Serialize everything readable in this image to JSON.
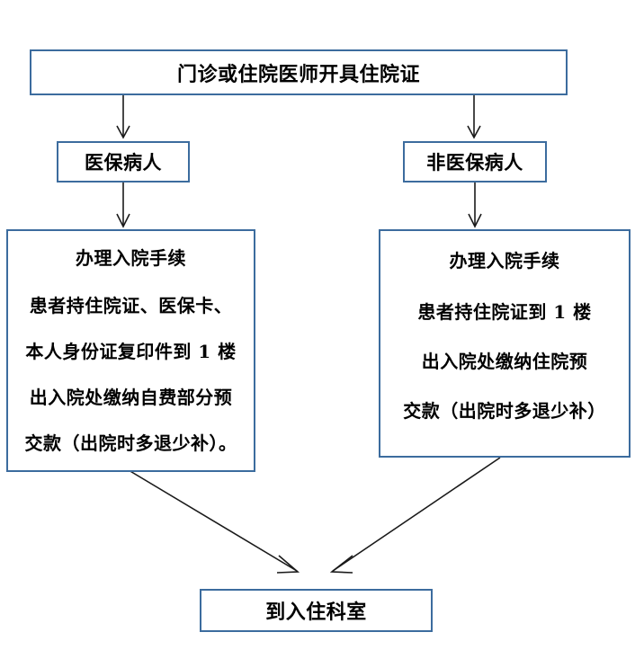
{
  "diagram": {
    "title_text": "门诊或住院医师开具住院证",
    "colors": {
      "box_border": "#3c6c9e",
      "arrow": "#1a1a1a",
      "text": "#000000",
      "background": "#ffffff"
    },
    "nodes": {
      "start": {
        "label": "门诊或住院医师开具住院证"
      },
      "insured": {
        "label": "医保病人"
      },
      "uninsured": {
        "label": "非医保病人"
      },
      "insured_procedure": {
        "lines": [
          "办理入院手续",
          "患者持住院证、医保卡、",
          "本人身份证复印件到 1 楼",
          "出入院处缴纳自费部分预",
          "交款（出院时多退少补）。"
        ]
      },
      "uninsured_procedure": {
        "lines": [
          "办理入院手续",
          "患者持住院证到 1 楼",
          "出入院处缴纳住院预",
          "交款（出院时多退少补）"
        ]
      },
      "end": {
        "label": "到入住科室"
      }
    },
    "connectors": [
      {
        "name": "start-to-insured",
        "from": "start",
        "to": "insured",
        "style": "vertical-arrow"
      },
      {
        "name": "start-to-uninsured",
        "from": "start",
        "to": "uninsured",
        "style": "vertical-arrow"
      },
      {
        "name": "insured-to-insured-procedure",
        "from": "insured",
        "to": "insured_procedure",
        "style": "vertical-arrow"
      },
      {
        "name": "uninsured-to-uninsured-procedure",
        "from": "uninsured",
        "to": "uninsured_procedure",
        "style": "vertical-arrow"
      },
      {
        "name": "insured-procedure-to-end",
        "from": "insured_procedure",
        "to": "end",
        "style": "diagonal-arrow"
      },
      {
        "name": "uninsured-procedure-to-end",
        "from": "uninsured_procedure",
        "to": "end",
        "style": "diagonal-arrow"
      }
    ]
  }
}
